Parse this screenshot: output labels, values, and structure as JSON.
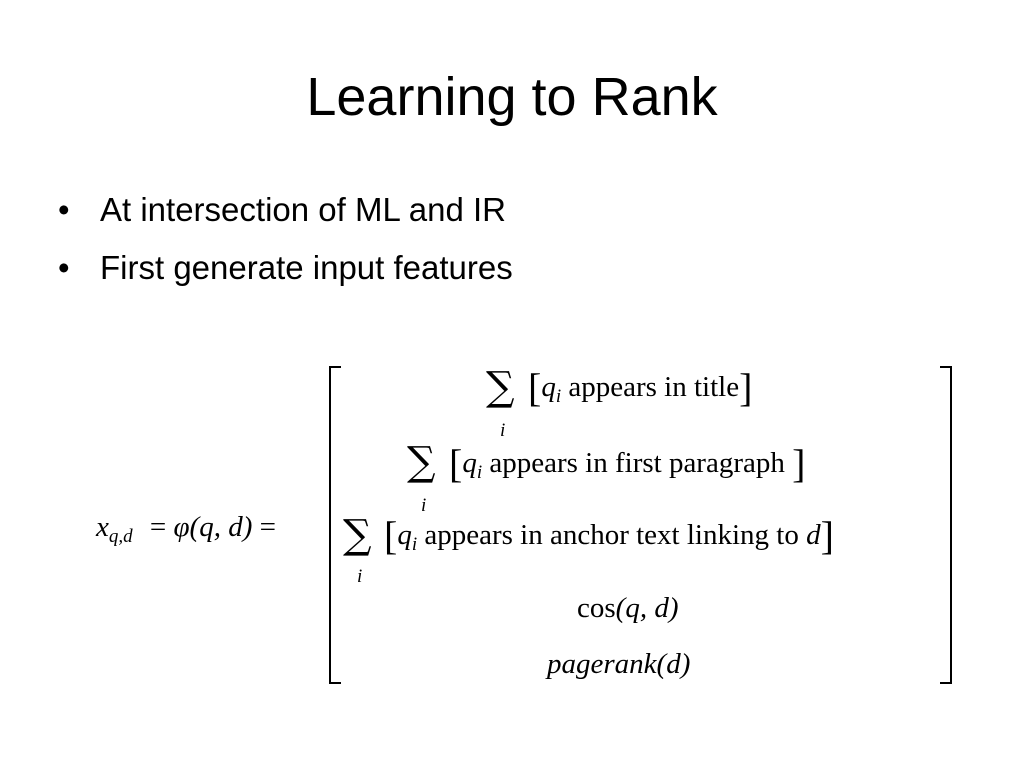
{
  "slide": {
    "title": "Learning to Rank",
    "bullets": [
      "At intersection of ML and IR",
      "First generate input features"
    ],
    "bullet_glyph": "•"
  },
  "equation": {
    "lhs": {
      "x": "x",
      "x_sub": "q,d",
      "eq1": "=",
      "phi": "φ",
      "args": "(q, d)",
      "eq2": "="
    },
    "sigma_symbol": "∑",
    "sum_index": "i",
    "rows": [
      {
        "sum": true,
        "open": "[",
        "q": "q",
        "q_sub": "i",
        "text": "appears in title",
        "close": "]"
      },
      {
        "sum": true,
        "open": "[",
        "q": "q",
        "q_sub": "i",
        "text": "appears in first paragraph",
        "close": "]"
      },
      {
        "sum": true,
        "open": "[",
        "q": "q",
        "q_sub": "i",
        "text": "appears in anchor text linking to",
        "d": "d",
        "close": "]"
      },
      {
        "sum": false,
        "fn": "cos",
        "args": "(q, d)"
      },
      {
        "sum": false,
        "fn": "pagerank",
        "args": "(d)"
      }
    ]
  }
}
